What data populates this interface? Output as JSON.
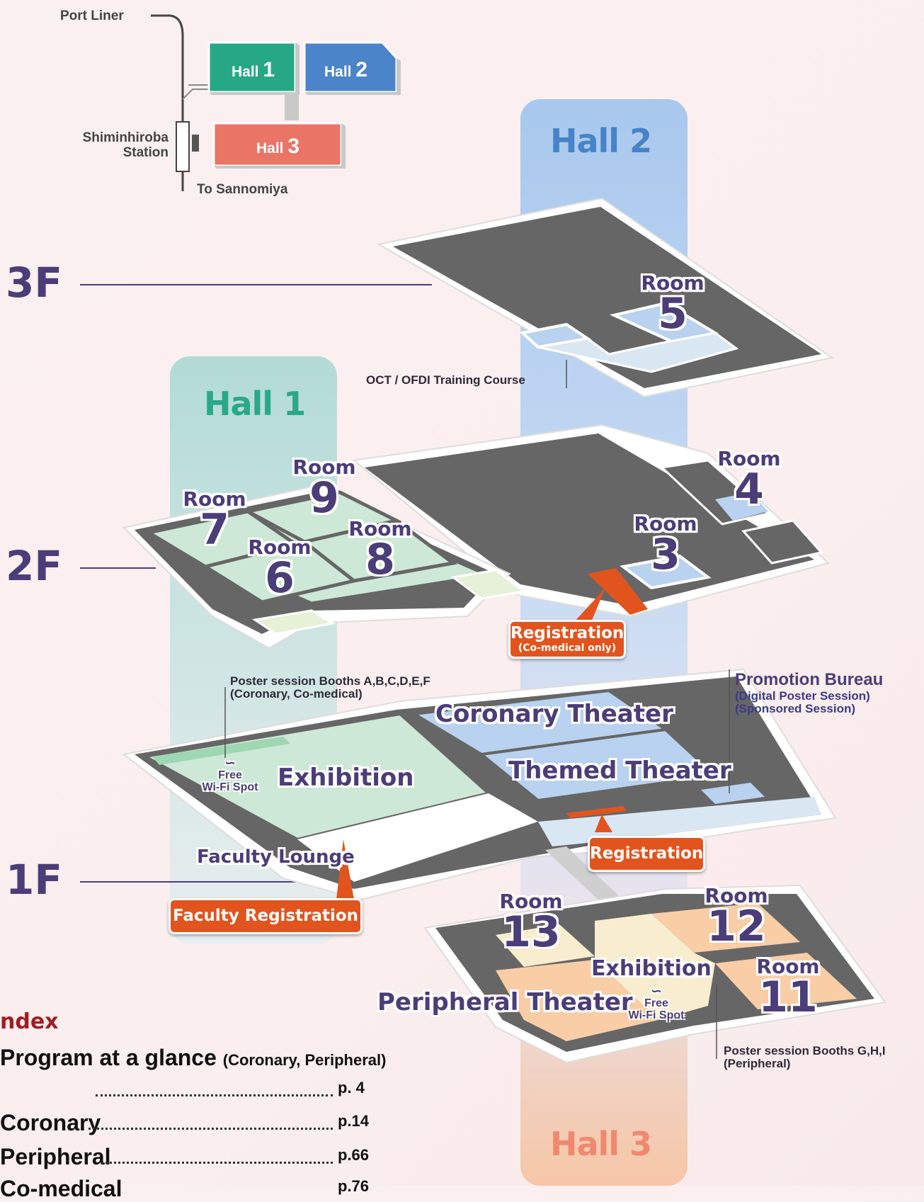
{
  "overview": {
    "port_liner": "Port Liner",
    "station": "Shiminhiroba\nStation",
    "to_sannomiya": "To Sannomiya",
    "halls": [
      {
        "word": "Hall",
        "num": "1",
        "color": "#27a884"
      },
      {
        "word": "Hall",
        "num": "2",
        "color": "#4b84c8"
      },
      {
        "word": "Hall",
        "num": "3",
        "color": "#ea7466"
      }
    ]
  },
  "floors": {
    "f3": "3F",
    "f2": "2F",
    "f1": "1F"
  },
  "hall_bands": {
    "hall1": "Hall 1",
    "hall2": "Hall 2",
    "hall3": "Hall 3"
  },
  "colors": {
    "hall1_text": "#2aa889",
    "hall2_text": "#4683c8",
    "hall3_text": "#f08870",
    "floor_text": "#4b3d78",
    "registration": "#e2541d",
    "index_title": "#a01d22"
  },
  "rooms": {
    "room_word": "Room",
    "r5": "5",
    "r4": "4",
    "r3": "3",
    "r9": "9",
    "r7": "7",
    "r6": "6",
    "r8": "8",
    "r13": "13",
    "r12": "12",
    "r11": "11"
  },
  "areas": {
    "coronary_theater": "Coronary Theater",
    "themed_theater": "Themed Theater",
    "exhibition": "Exhibition",
    "exhibition_h3": "Exhibition",
    "faculty_lounge": "Faculty Lounge",
    "peripheral_theater": "Peripheral Theater"
  },
  "notes": {
    "oct": "OCT / OFDI Training Course",
    "poster_af_1": "Poster session Booths A,B,C,D,E,F",
    "poster_af_2": "(Coronary, Co-medical)",
    "promotion_title": "Promotion Bureau",
    "promotion_1": "(Digital Poster Session)",
    "promotion_2": "(Sponsored Session)",
    "poster_ghi_1": "Poster session Booths G,H,I",
    "poster_ghi_2": "(Peripheral)"
  },
  "wifi": {
    "line1": "Free",
    "line2": "Wi-Fi Spot"
  },
  "registration": {
    "co_medical_main": "Registration",
    "co_medical_sub": "(Co-medical only)",
    "main": "Registration",
    "faculty": "Faculty Registration"
  },
  "index": {
    "title": "ndex",
    "program": "Program at a glance",
    "program_sub": "(Coronary, Peripheral)",
    "program_page": "p.  4",
    "coronary": "Coronary",
    "coronary_page": "p.14",
    "peripheral": "Peripheral",
    "peripheral_page": "p.66",
    "co_medical": "Co-medical",
    "co_medical_page": "p.76"
  }
}
